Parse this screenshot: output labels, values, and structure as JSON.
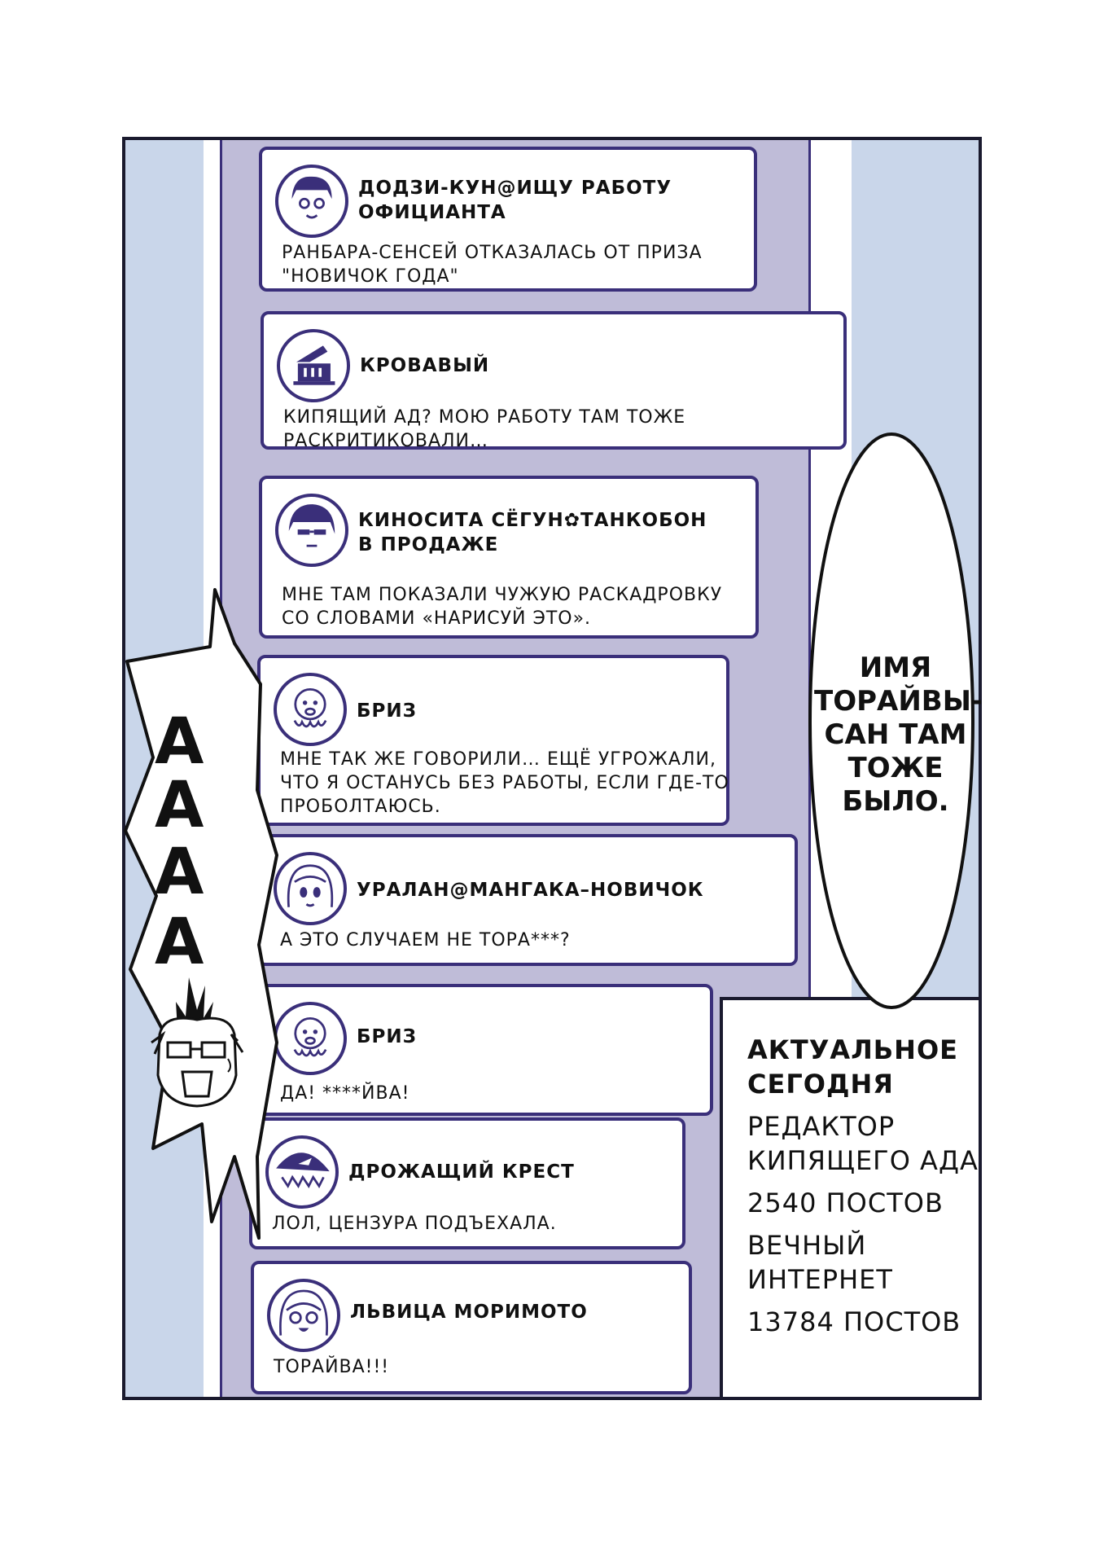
{
  "posts": [
    {
      "username": "Додзи-кун@ищу работу официанта",
      "message": "Ранбара-сенсей отказалась от приза \"Новичок года\"",
      "avatar": "boy-avatar-icon"
    },
    {
      "username": "Кровавый",
      "message": "Кипящий ад? Мою работу там тоже раскритиковали…",
      "avatar": "building-avatar-icon"
    },
    {
      "username": "Киносита Сёгун✿Танкобон в продаже",
      "message": "Мне там показали чужую раскадровку со словами «нарисуй это».",
      "avatar": "glasses-avatar-icon"
    },
    {
      "username": "Бриз",
      "message": "Мне так же говорили… Ещё угрожали, что я останусь без работы, если где-то проболтаюсь.",
      "avatar": "octopus-avatar-icon"
    },
    {
      "username": "Уралан@мангака–новичок",
      "message": "А это случаем не Тора***?",
      "avatar": "girl-avatar-icon"
    },
    {
      "username": "Бриз",
      "message": "Да! ****йва!",
      "avatar": "octopus-avatar-icon"
    },
    {
      "username": "Дрожащий крест",
      "message": "Лол, цензура подъехала.",
      "avatar": "shark-avatar-icon"
    },
    {
      "username": "Львица Моримото",
      "message": "Торайва!!!",
      "avatar": "smiling-girl-avatar-icon"
    }
  ],
  "speech": {
    "line1": "Имя",
    "line2": "Торайвы-",
    "line3": "сан там",
    "line4": "тоже",
    "line5": "было."
  },
  "shout": {
    "a1": "А",
    "a2": "А",
    "a3": "А",
    "a4": "А"
  },
  "sidebar": {
    "heading_line1": "Актуальное",
    "heading_line2": "сегодня",
    "forum1_line1": "Редактор",
    "forum1_line2": "кипящего ада",
    "forum1_posts": "2540 постов",
    "forum2_line1": "Вечный",
    "forum2_line2": "интернет",
    "forum2_posts": "13784 постов"
  },
  "colors": {
    "accent": "#3a2f7a",
    "column": "#bfbcd8",
    "sky": "#c9d6ea"
  }
}
